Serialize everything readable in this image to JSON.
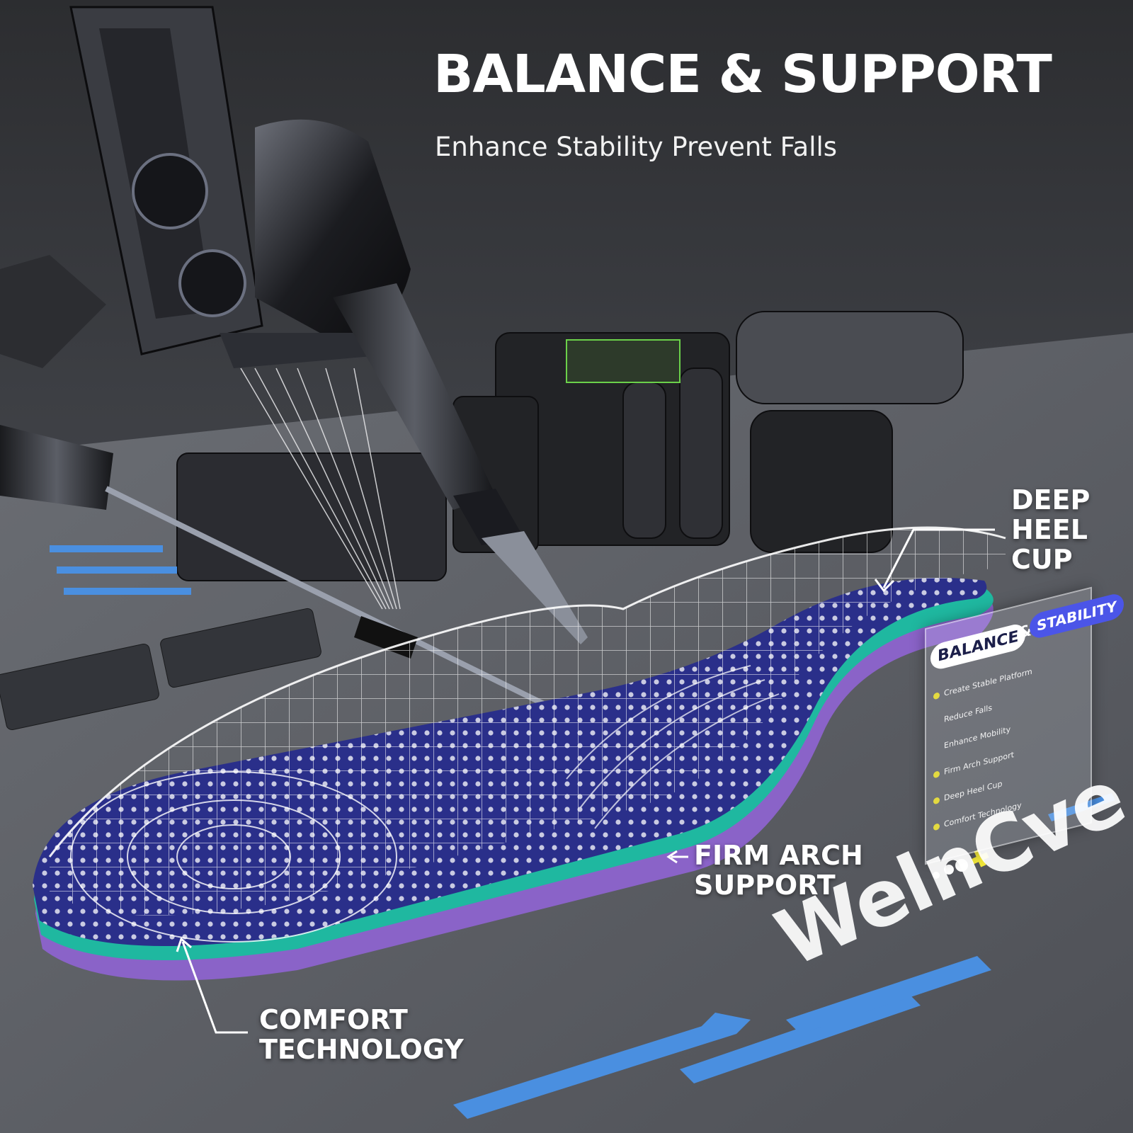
{
  "headline": "BALANCE & SUPPORT",
  "subheadline": "Enhance Stability Prevent Falls",
  "callouts": {
    "heel": [
      "DEEP",
      "HEEL",
      "CUP"
    ],
    "arch": [
      "FIRM ARCH",
      "SUPPORT"
    ],
    "comfort": [
      "COMFORT",
      "TECHNOLOGY"
    ]
  },
  "brand": "WelnCve",
  "panel": {
    "tag_a": "BALANCE",
    "amp": "&",
    "tag_b": "STABILITY",
    "items": [
      {
        "label": "Create Stable Platform",
        "dot": true
      },
      {
        "label": "Reduce Falls",
        "dot": false
      },
      {
        "label": "Enhance Mobility",
        "dot": false
      },
      {
        "label": "Firm Arch Support",
        "dot": true
      },
      {
        "label": "Deep Heel Cup",
        "dot": true
      },
      {
        "label": "Comfort Technology",
        "dot": true
      }
    ]
  },
  "colors": {
    "insole_top": "#2a2f8a",
    "insole_teal": "#1fb8a0",
    "insole_purple": "#8a63c8",
    "accent_blue": "#4a8fe0",
    "brand_yellow": "#f0e63a"
  },
  "icons": [
    "robot-arm",
    "mesh-grid",
    "insole",
    "arrow"
  ]
}
